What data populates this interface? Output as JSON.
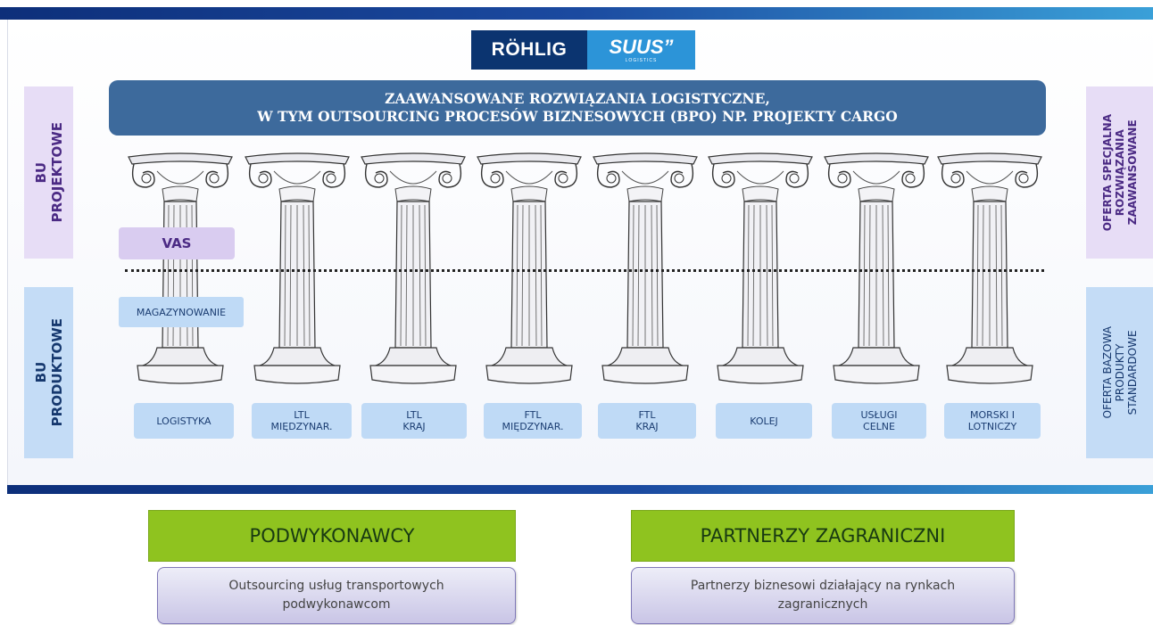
{
  "logo": {
    "left_text": "RÖHLIG",
    "right_text": "SUUS”",
    "right_small": "LOGISTICS"
  },
  "banner": {
    "line1": "ZAAWANSOWANE ROZWIĄZANIA LOGISTYCZNE,",
    "line2": "W TYM OUTSOURCING PROCESÓW BIZNESOWYCH (BPO) NP. PROJEKTY CARGO"
  },
  "left_side": {
    "top": "BU\nPROJEKTOWE",
    "bottom": "BU\nPRODUKTOWE"
  },
  "right_side": {
    "top": "OFERTA SPECJALNA\nROZWIĄZANIA\nZAAWANSOWANE",
    "bottom": "OFERTA BAZOWA\nPRODUKTY\nSTANDARDOWE"
  },
  "vas_label": "VAS",
  "magazynowanie_label": "MAGAZYNOWANIE",
  "pillars": [
    {
      "label": "LOGISTYKA"
    },
    {
      "label": "LTL\nMIĘDZYNAR."
    },
    {
      "label": "LTL\nKRAJ"
    },
    {
      "label": "FTL\nMIĘDZYNAR."
    },
    {
      "label": "FTL\nKRAJ"
    },
    {
      "label": "KOLEJ"
    },
    {
      "label": "USŁUGI\nCELNE"
    },
    {
      "label": "MORSKI I\nLOTNICZY"
    }
  ],
  "bottom": {
    "left_title": "PODWYKONAWCY",
    "left_desc": "Outsourcing usług transportowych\npodwykonawcom",
    "right_title": "PARTNERZY ZAGRANICZNI",
    "right_desc": "Partnerzy biznesowi działający na rynkach\nzagranicznych"
  },
  "colors": {
    "navy": "#0b3470",
    "banner": "#3d6a9c",
    "lavender": "#e7ddf6",
    "light_blue": "#c4dcf6",
    "green": "#8fc31f"
  },
  "icons": [
    "pillar-icon"
  ]
}
